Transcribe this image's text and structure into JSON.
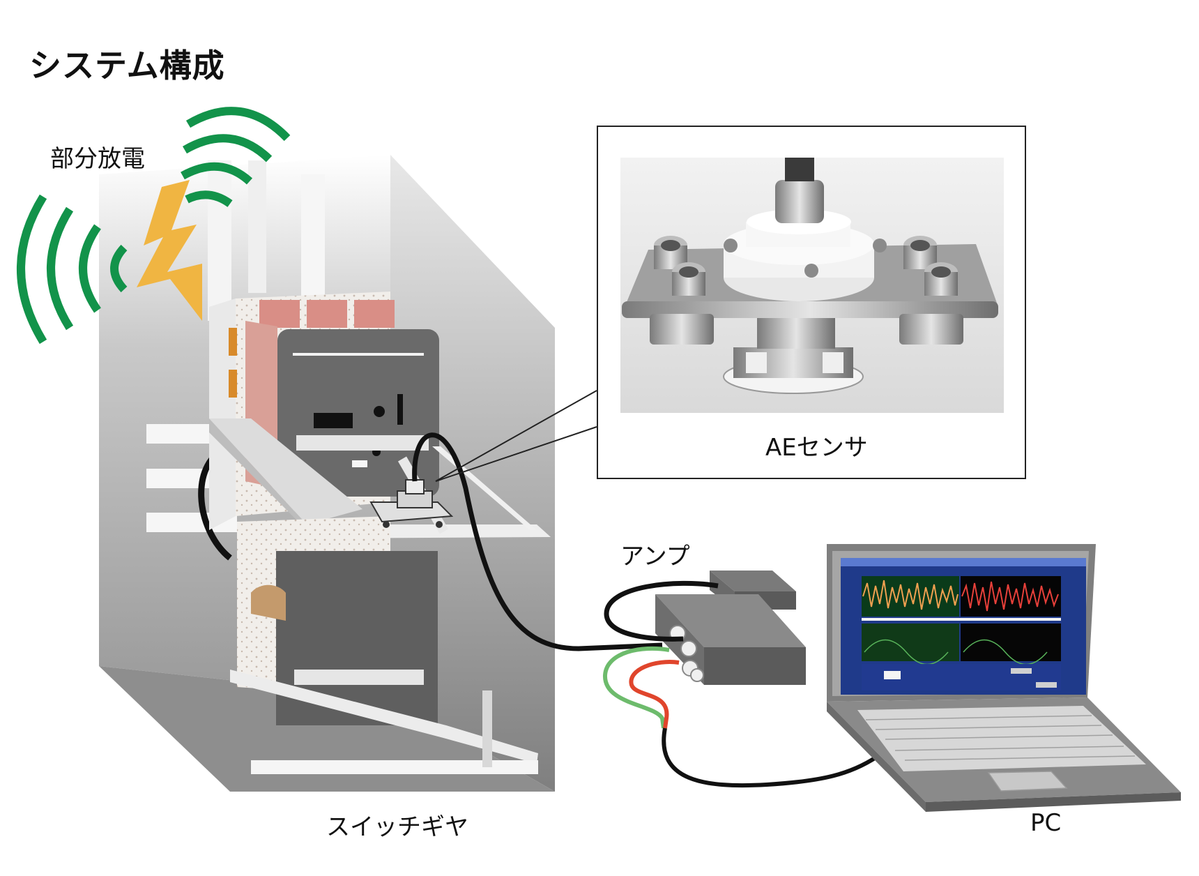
{
  "title": "システム構成",
  "labels": {
    "partial_discharge": "部分放電",
    "ae_sensor": "AEセンサ",
    "amp": "アンプ",
    "switchgear": "スイッチギヤ",
    "pc": "PC"
  },
  "colors": {
    "wave_green": "#12934a",
    "bolt_yellow": "#f0b542",
    "cable_black": "#111111",
    "cable_red": "#e0452c",
    "cable_green": "#6dbb6c",
    "screen_blue": "#1f3a8a"
  }
}
